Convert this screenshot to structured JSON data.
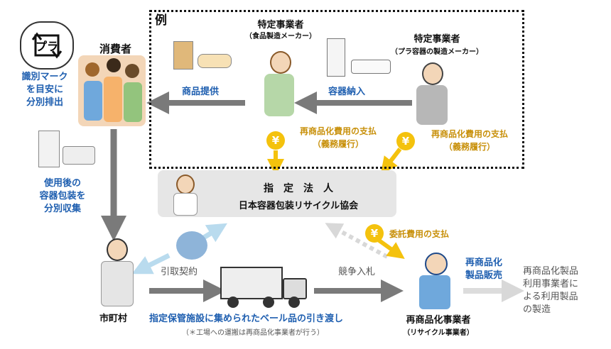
{
  "example_label": "例",
  "consumer": {
    "title": "消費者",
    "mark_text": "プラ",
    "left_note": [
      "識別マーク",
      "を目安に",
      "分別排出"
    ]
  },
  "food_maker": {
    "title": "特定事業者",
    "subtitle": "（食品製造メーカー）"
  },
  "container_maker": {
    "title": "特定事業者",
    "subtitle": "（プラ容器の製造メーカー）"
  },
  "flows": {
    "product_supply": "商品提供",
    "container_delivery": "容器納入",
    "recycle_payment_1": [
      "再商品化費用の支払",
      "（義務履行）"
    ],
    "recycle_payment_2": [
      "再商品化費用の支払",
      "（義務履行）"
    ],
    "used_collection": [
      "使用後の",
      "容器包装を",
      "分別収集"
    ],
    "contract": "引取契約",
    "bidding": "競争入札",
    "commission_payment": "委託費用の支払",
    "product_sales": [
      "再商品化",
      "製品販売"
    ],
    "handover": "指定保管施設に集められたベール品の引き渡し",
    "handover_note": "（＊工場への運搬は再商品化事業者が行う）"
  },
  "designated": {
    "title": "指　定　法　人",
    "name": "日本容器包装リサイクル協会"
  },
  "municipality": {
    "title": "市町村"
  },
  "recycler": {
    "title": "再商品化事業者",
    "subtitle": "（リサイクル事業者）"
  },
  "end_users": [
    "再商品化製品",
    "利用事業者に",
    "よる利用製品",
    "の製造"
  ],
  "yen_symbol": "¥",
  "colors": {
    "blue": "#1f5fb0",
    "gold": "#c8900a",
    "arrow_gray": "#7a7a7a",
    "light_blue": "#b9dbee",
    "yen": "#f4c20d"
  }
}
